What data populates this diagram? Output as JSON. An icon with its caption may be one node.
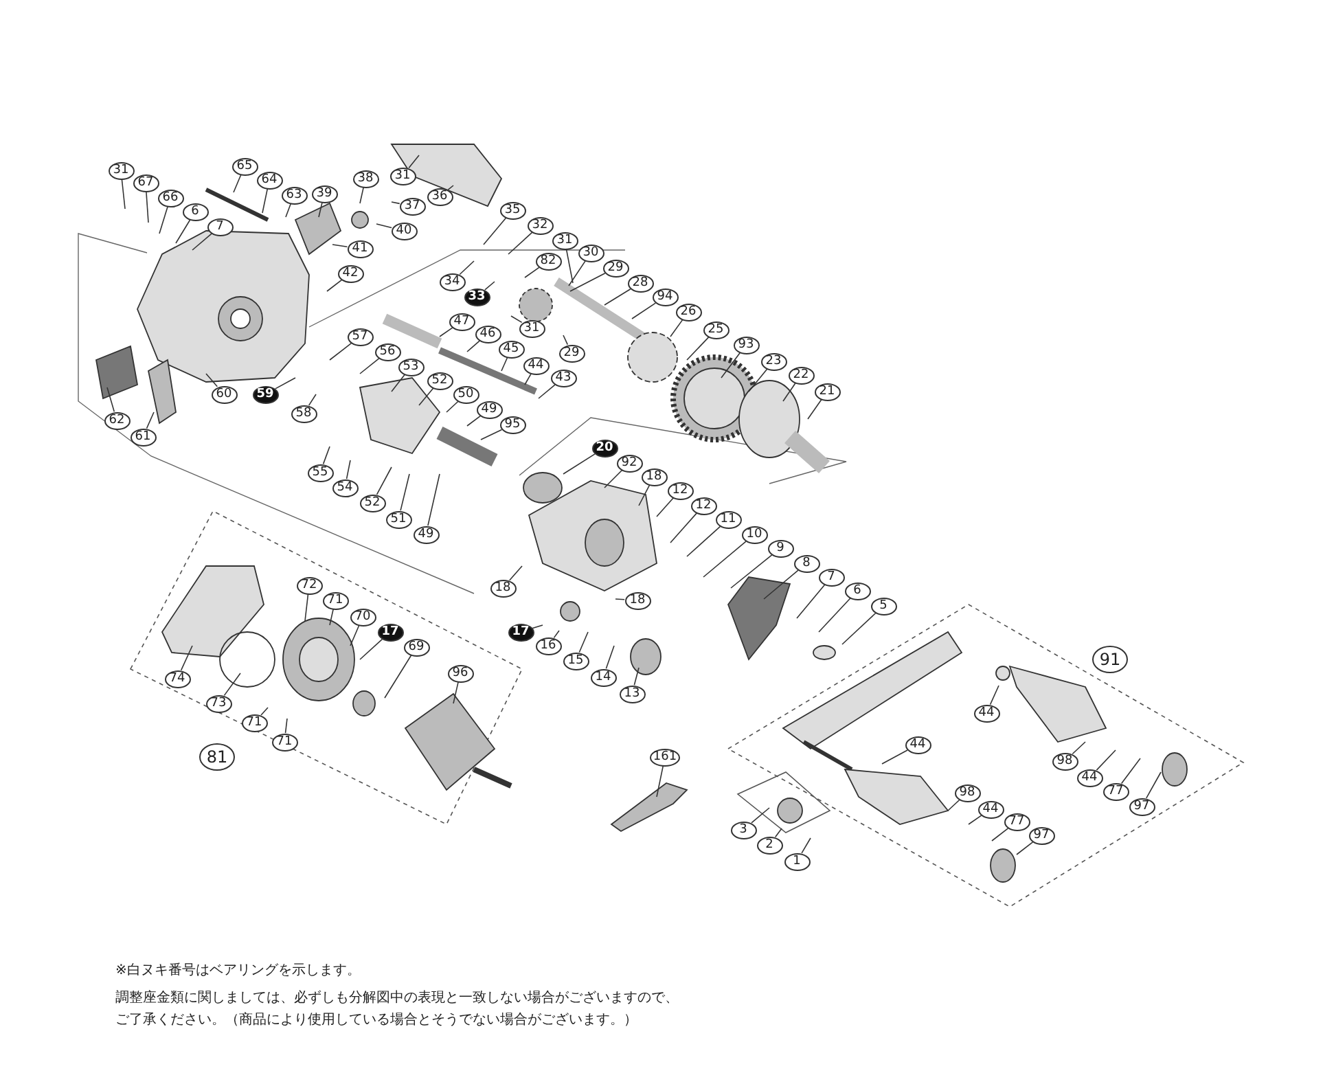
{
  "diagram": {
    "nodes": [
      {
        "text": [
          "31"
        ]
      },
      {
        "text": [
          "67"
        ]
      },
      {
        "text": [
          "66"
        ]
      },
      {
        "text": [
          "6"
        ]
      },
      {
        "text": [
          "7"
        ]
      },
      {
        "text": [
          "65"
        ]
      },
      {
        "text": [
          "64"
        ]
      },
      {
        "text": [
          "63"
        ]
      },
      {
        "text": [
          "39"
        ]
      },
      {
        "text": [
          "38"
        ]
      },
      {
        "text": [
          "37"
        ]
      },
      {
        "text": [
          "40"
        ]
      },
      {
        "text": [
          "41"
        ]
      },
      {
        "text": [
          "42"
        ]
      },
      {
        "text": [
          "31"
        ]
      },
      {
        "text": [
          "36"
        ]
      },
      {
        "text": [
          "35"
        ]
      },
      {
        "text": [
          "32"
        ]
      },
      {
        "text": [
          "31"
        ]
      },
      {
        "text": [
          "82"
        ]
      },
      {
        "text": [
          "30"
        ]
      },
      {
        "text": [
          "29"
        ]
      },
      {
        "text": [
          "28"
        ]
      },
      {
        "text": [
          "34"
        ]
      },
      {
        "text": [
          "33"
        ]
      },
      {
        "text": [
          "31"
        ]
      },
      {
        "text": [
          "94"
        ]
      },
      {
        "text": [
          "26"
        ]
      },
      {
        "text": [
          "25"
        ]
      },
      {
        "text": [
          "93"
        ]
      },
      {
        "text": [
          "23"
        ]
      },
      {
        "text": [
          "22"
        ]
      },
      {
        "text": [
          "21"
        ]
      },
      {
        "text": [
          "47"
        ]
      },
      {
        "text": [
          "46"
        ]
      },
      {
        "text": [
          "45"
        ]
      },
      {
        "text": [
          "44"
        ]
      },
      {
        "text": [
          "43"
        ]
      },
      {
        "text": [
          "29"
        ]
      },
      {
        "text": [
          "57"
        ]
      },
      {
        "text": [
          "56"
        ]
      },
      {
        "text": [
          "53"
        ]
      },
      {
        "text": [
          "52"
        ]
      },
      {
        "text": [
          "50"
        ]
      },
      {
        "text": [
          "49"
        ]
      },
      {
        "text": [
          "95"
        ]
      },
      {
        "text": [
          "60"
        ]
      },
      {
        "text": [
          "59"
        ]
      },
      {
        "text": [
          "58"
        ]
      },
      {
        "text": [
          "62"
        ]
      },
      {
        "text": [
          "61"
        ]
      },
      {
        "text": [
          "55"
        ]
      },
      {
        "text": [
          "54"
        ]
      },
      {
        "text": [
          "52"
        ]
      },
      {
        "text": [
          "51"
        ]
      },
      {
        "text": [
          "49"
        ]
      },
      {
        "text": [
          "20"
        ]
      },
      {
        "text": [
          "92"
        ]
      },
      {
        "text": [
          "18"
        ]
      },
      {
        "text": [
          "12"
        ]
      },
      {
        "text": [
          "12"
        ]
      },
      {
        "text": [
          "11"
        ]
      },
      {
        "text": [
          "10"
        ]
      },
      {
        "text": [
          "9"
        ]
      },
      {
        "text": [
          "8"
        ]
      },
      {
        "text": [
          "7"
        ]
      },
      {
        "text": [
          "6"
        ]
      },
      {
        "text": [
          "5"
        ]
      },
      {
        "text": [
          "18"
        ]
      },
      {
        "text": [
          "18"
        ]
      },
      {
        "text": [
          "17"
        ]
      },
      {
        "text": [
          "16"
        ]
      },
      {
        "text": [
          "15"
        ]
      },
      {
        "text": [
          "14"
        ]
      },
      {
        "text": [
          "13"
        ]
      },
      {
        "text": [
          "72"
        ]
      },
      {
        "text": [
          "71"
        ]
      },
      {
        "text": [
          "70"
        ]
      },
      {
        "text": [
          "17"
        ]
      },
      {
        "text": [
          "69"
        ]
      },
      {
        "text": [
          "74"
        ]
      },
      {
        "text": [
          "73"
        ]
      },
      {
        "text": [
          "71"
        ]
      },
      {
        "text": [
          "71"
        ]
      },
      {
        "text": [
          "81"
        ]
      },
      {
        "text": [
          "96"
        ]
      },
      {
        "text": [
          "91"
        ]
      },
      {
        "text": [
          "44"
        ]
      },
      {
        "text": [
          "98"
        ]
      },
      {
        "text": [
          "44"
        ]
      },
      {
        "text": [
          "77"
        ]
      },
      {
        "text": [
          "97"
        ]
      },
      {
        "text": [
          "44"
        ]
      },
      {
        "text": [
          "98"
        ]
      },
      {
        "text": [
          "44"
        ]
      },
      {
        "text": [
          "77"
        ]
      },
      {
        "text": [
          "97"
        ]
      },
      {
        "text": [
          "161"
        ]
      },
      {
        "text": [
          "3"
        ]
      },
      {
        "text": [
          "2"
        ]
      },
      {
        "text": [
          "1"
        ]
      }
    ],
    "edges": [
      {
        "from": 0,
        "to": null,
        "arrow": "none"
      },
      {
        "from": 1,
        "to": null,
        "arrow": "none"
      },
      {
        "from": 2,
        "to": null,
        "arrow": "none"
      },
      {
        "from": 3,
        "to": null,
        "arrow": "none"
      },
      {
        "from": 4,
        "to": null,
        "arrow": "none"
      },
      {
        "from": 5,
        "to": null,
        "arrow": "none"
      },
      {
        "from": 6,
        "to": null,
        "arrow": "none"
      },
      {
        "from": 7,
        "to": null,
        "arrow": "none"
      },
      {
        "from": 8,
        "to": null,
        "arrow": "none"
      },
      {
        "from": 9,
        "to": null,
        "arrow": "none"
      },
      {
        "from": 10,
        "to": null,
        "arrow": "none"
      },
      {
        "from": 11,
        "to": null,
        "arrow": "none"
      },
      {
        "from": 12,
        "to": null,
        "arrow": "none"
      },
      {
        "from": 13,
        "to": null,
        "arrow": "none"
      },
      {
        "from": 14,
        "to": null,
        "arrow": "none"
      },
      {
        "from": 15,
        "to": null,
        "arrow": "none"
      },
      {
        "from": 16,
        "to": null,
        "arrow": "none"
      },
      {
        "from": 17,
        "to": null,
        "arrow": "none"
      },
      {
        "from": 18,
        "to": null,
        "arrow": "none"
      },
      {
        "from": 19,
        "to": null,
        "arrow": "none"
      },
      {
        "from": 20,
        "to": null,
        "arrow": "none"
      },
      {
        "from": 21,
        "to": null,
        "arrow": "none"
      },
      {
        "from": 22,
        "to": null,
        "arrow": "none"
      },
      {
        "from": 23,
        "to": null,
        "arrow": "none"
      },
      {
        "from": 24,
        "to": null,
        "arrow": "none"
      },
      {
        "from": 25,
        "to": null,
        "arrow": "none"
      },
      {
        "from": 26,
        "to": null,
        "arrow": "none"
      },
      {
        "from": 27,
        "to": null,
        "arrow": "none"
      },
      {
        "from": 28,
        "to": null,
        "arrow": "none"
      },
      {
        "from": 29,
        "to": null,
        "arrow": "none"
      },
      {
        "from": 30,
        "to": null,
        "arrow": "none"
      },
      {
        "from": 31,
        "to": null,
        "arrow": "none"
      },
      {
        "from": 32,
        "to": null,
        "arrow": "none"
      },
      {
        "from": 33,
        "to": null,
        "arrow": "none"
      },
      {
        "from": 34,
        "to": null,
        "arrow": "none"
      },
      {
        "from": 35,
        "to": null,
        "arrow": "none"
      },
      {
        "from": 36,
        "to": null,
        "arrow": "none"
      },
      {
        "from": 37,
        "to": null,
        "arrow": "none"
      },
      {
        "from": 38,
        "to": null,
        "arrow": "none"
      },
      {
        "from": 39,
        "to": null,
        "arrow": "none"
      },
      {
        "from": 40,
        "to": null,
        "arrow": "none"
      },
      {
        "from": 41,
        "to": null,
        "arrow": "none"
      },
      {
        "from": 42,
        "to": null,
        "arrow": "none"
      },
      {
        "from": 43,
        "to": null,
        "arrow": "none"
      },
      {
        "from": 44,
        "to": null,
        "arrow": "none"
      },
      {
        "from": 45,
        "to": null,
        "arrow": "none"
      },
      {
        "from": 46,
        "to": null,
        "arrow": "none"
      },
      {
        "from": 47,
        "to": null,
        "arrow": "none"
      },
      {
        "from": 48,
        "to": null,
        "arrow": "none"
      },
      {
        "from": 49,
        "to": null,
        "arrow": "none"
      },
      {
        "from": 50,
        "to": null,
        "arrow": "none"
      },
      {
        "from": 51,
        "to": null,
        "arrow": "none"
      },
      {
        "from": 52,
        "to": null,
        "arrow": "none"
      },
      {
        "from": 53,
        "to": null,
        "arrow": "none"
      },
      {
        "from": 54,
        "to": null,
        "arrow": "none"
      },
      {
        "from": 55,
        "to": null,
        "arrow": "none"
      },
      {
        "from": 56,
        "to": null,
        "arrow": "none"
      },
      {
        "from": 57,
        "to": null,
        "arrow": "none"
      },
      {
        "from": 58,
        "to": null,
        "arrow": "none"
      },
      {
        "from": 59,
        "to": null,
        "arrow": "none"
      },
      {
        "from": 60,
        "to": null,
        "arrow": "none"
      },
      {
        "from": 61,
        "to": null,
        "arrow": "none"
      },
      {
        "from": 62,
        "to": null,
        "arrow": "none"
      },
      {
        "from": 63,
        "to": null,
        "arrow": "none"
      },
      {
        "from": 64,
        "to": null,
        "arrow": "none"
      },
      {
        "from": 65,
        "to": null,
        "arrow": "none"
      },
      {
        "from": 66,
        "to": null,
        "arrow": "none"
      },
      {
        "from": 67,
        "to": null,
        "arrow": "none"
      },
      {
        "from": 68,
        "to": null,
        "arrow": "none"
      },
      {
        "from": 69,
        "to": null,
        "arrow": "none"
      },
      {
        "from": 70,
        "to": null,
        "arrow": "none"
      },
      {
        "from": 71,
        "to": null,
        "arrow": "none"
      },
      {
        "from": 72,
        "to": null,
        "arrow": "none"
      },
      {
        "from": 73,
        "to": null,
        "arrow": "none"
      },
      {
        "from": 74,
        "to": null,
        "arrow": "none"
      },
      {
        "from": 75,
        "to": null,
        "arrow": "none"
      },
      {
        "from": 76,
        "to": null,
        "arrow": "none"
      },
      {
        "from": 77,
        "to": null,
        "arrow": "none"
      },
      {
        "from": 78,
        "to": null,
        "arrow": "none"
      },
      {
        "from": 79,
        "to": null,
        "arrow": "none"
      },
      {
        "from": 80,
        "to": null,
        "arrow": "none"
      },
      {
        "from": 81,
        "to": null,
        "arrow": "none"
      },
      {
        "from": 82,
        "to": null,
        "arrow": "none"
      },
      {
        "from": 83,
        "to": null,
        "arrow": "none"
      },
      {
        "from": 85,
        "to": null,
        "arrow": "none"
      },
      {
        "from": 87,
        "to": null,
        "arrow": "none"
      },
      {
        "from": 88,
        "to": null,
        "arrow": "none"
      },
      {
        "from": 89,
        "to": null,
        "arrow": "none"
      },
      {
        "from": 90,
        "to": null,
        "arrow": "none"
      },
      {
        "from": 91,
        "to": null,
        "arrow": "none"
      },
      {
        "from": 92,
        "to": null,
        "arrow": "none"
      },
      {
        "from": 93,
        "to": null,
        "arrow": "none"
      },
      {
        "from": 94,
        "to": null,
        "arrow": "none"
      },
      {
        "from": 95,
        "to": null,
        "arrow": "none"
      },
      {
        "from": 96,
        "to": null,
        "arrow": "none"
      },
      {
        "from": 97,
        "to": null,
        "arrow": "none"
      },
      {
        "from": 98,
        "to": null,
        "arrow": "none"
      },
      {
        "from": 99,
        "to": null,
        "arrow": "none"
      },
      {
        "from": 100,
        "to": null,
        "arrow": "none"
      }
    ],
    "labels": [
      "※白ヌキ番号はベアリングを示します。",
      "調整座金類に関しましては、必ずしも分解図中の表現と一致しない場合がございますので、ご了承ください。（商品により使用している場合とそうでない場合がございます。）"
    ]
  }
}
